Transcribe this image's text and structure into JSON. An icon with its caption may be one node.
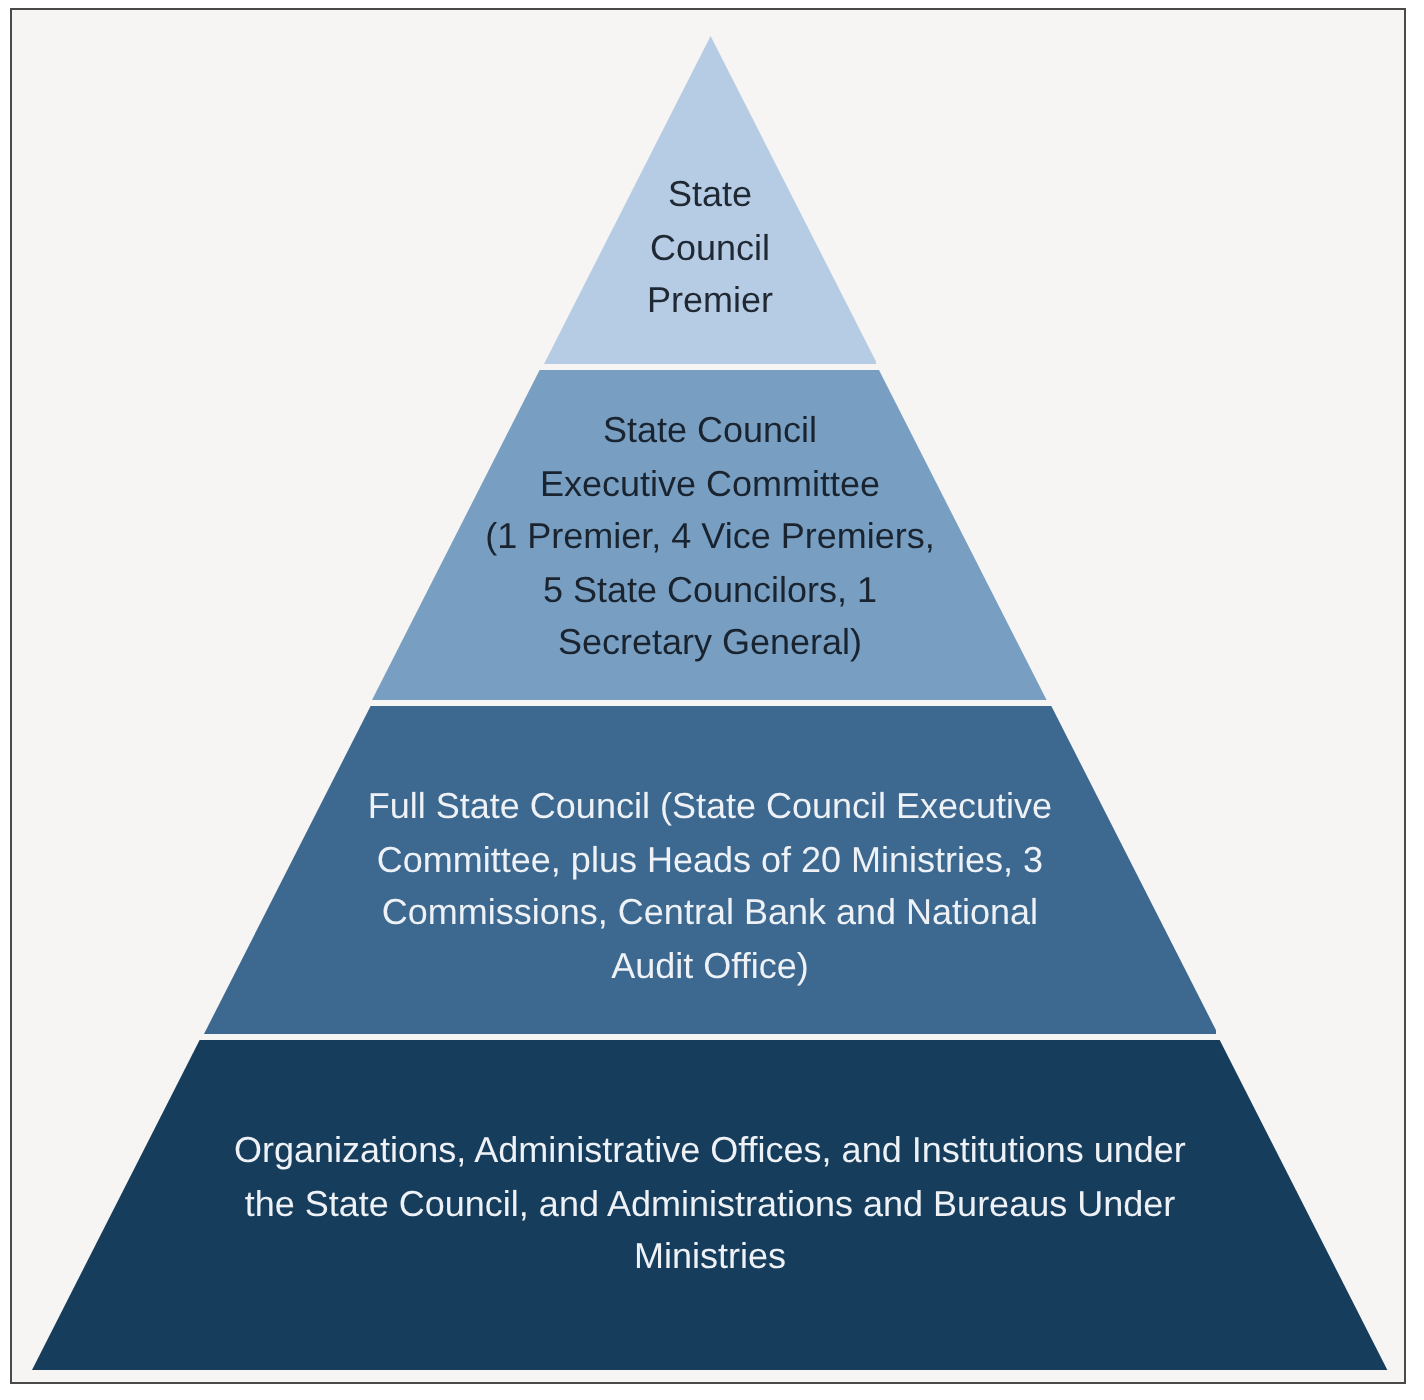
{
  "diagram": {
    "nodes": [
      {
        "text": [
          "State Council Premier"
        ]
      },
      {
        "text": [
          "State Council Executive Committee",
          "(1 Premier, 4 Vice Premiers, 5 State Councilors, 1 Secretary General)"
        ]
      },
      {
        "text": [
          "Full State Council (State Council Executive Committee, plus Heads of 20 Ministries, 3 Commissions, Central Bank and National Audit Office)"
        ]
      },
      {
        "text": [
          "Organizations, Administrative Offices, and Institutions under the State Council, and Administrations and Bureaus Under Ministries"
        ]
      }
    ]
  }
}
